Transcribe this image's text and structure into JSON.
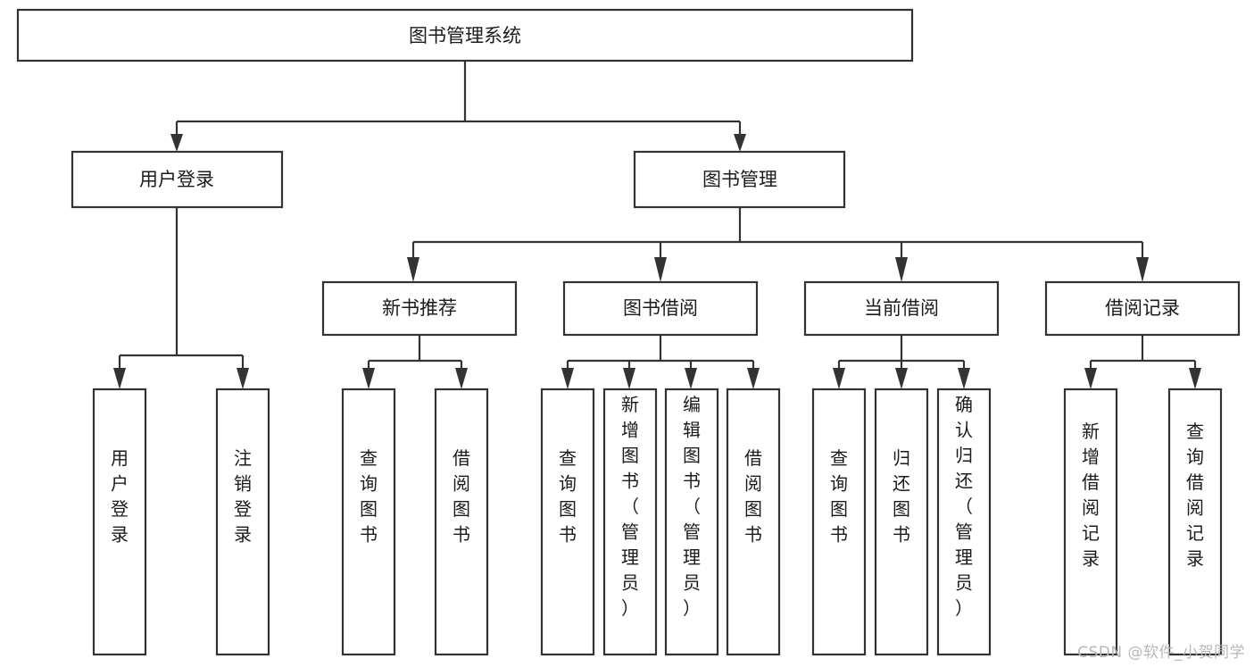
{
  "diagram": {
    "type": "tree-hierarchy",
    "title": "图书管理系统",
    "orientation": "top-down",
    "root": {
      "id": "root",
      "label": "图书管理系统",
      "text_orientation": "horizontal"
    },
    "level2": [
      {
        "id": "user-login",
        "label": "用户登录",
        "text_orientation": "horizontal"
      },
      {
        "id": "book-manage",
        "label": "图书管理",
        "text_orientation": "horizontal"
      }
    ],
    "level3": [
      {
        "id": "new-book-recommend",
        "label": "新书推荐",
        "parent": "book-manage",
        "text_orientation": "horizontal"
      },
      {
        "id": "book-borrow",
        "label": "图书借阅",
        "parent": "book-manage",
        "text_orientation": "horizontal"
      },
      {
        "id": "current-borrow",
        "label": "当前借阅",
        "parent": "book-manage",
        "text_orientation": "horizontal"
      },
      {
        "id": "borrow-record",
        "label": "借阅记录",
        "parent": "book-manage",
        "text_orientation": "horizontal"
      }
    ],
    "leaves": [
      {
        "id": "leaf-user-login",
        "label": "用户登录",
        "parent": "user-login",
        "text_orientation": "vertical"
      },
      {
        "id": "leaf-user-logout",
        "label": "注销登录",
        "parent": "user-login",
        "text_orientation": "vertical"
      },
      {
        "id": "leaf-query-book-1",
        "label": "查询图书",
        "parent": "new-book-recommend",
        "text_orientation": "vertical"
      },
      {
        "id": "leaf-borrow-book-1",
        "label": "借阅图书",
        "parent": "new-book-recommend",
        "text_orientation": "vertical"
      },
      {
        "id": "leaf-query-book-2",
        "label": "查询图书",
        "parent": "book-borrow",
        "text_orientation": "vertical"
      },
      {
        "id": "leaf-add-book",
        "label": "新增图书（管理员）",
        "parent": "book-borrow",
        "text_orientation": "vertical"
      },
      {
        "id": "leaf-edit-book",
        "label": "编辑图书（管理员）",
        "parent": "book-borrow",
        "text_orientation": "vertical"
      },
      {
        "id": "leaf-borrow-book-2",
        "label": "借阅图书",
        "parent": "book-borrow",
        "text_orientation": "vertical"
      },
      {
        "id": "leaf-query-book-3",
        "label": "查询图书",
        "parent": "current-borrow",
        "text_orientation": "vertical"
      },
      {
        "id": "leaf-return-book",
        "label": "归还图书",
        "parent": "current-borrow",
        "text_orientation": "vertical"
      },
      {
        "id": "leaf-confirm-return",
        "label": "确认归还（管理员）",
        "parent": "current-borrow",
        "text_orientation": "vertical"
      },
      {
        "id": "leaf-add-record",
        "label": "新增借阅记录",
        "parent": "borrow-record",
        "text_orientation": "vertical"
      },
      {
        "id": "leaf-query-record",
        "label": "查询借阅记录",
        "parent": "borrow-record",
        "text_orientation": "vertical"
      }
    ],
    "colors": {
      "background": "#ffffff",
      "node_fill": "#ffffff",
      "node_stroke": "#333333",
      "text": "#1b1b1b",
      "watermark": "#b8b8b8"
    }
  },
  "watermark": {
    "text": "CSDN @软件_小贺同学"
  }
}
